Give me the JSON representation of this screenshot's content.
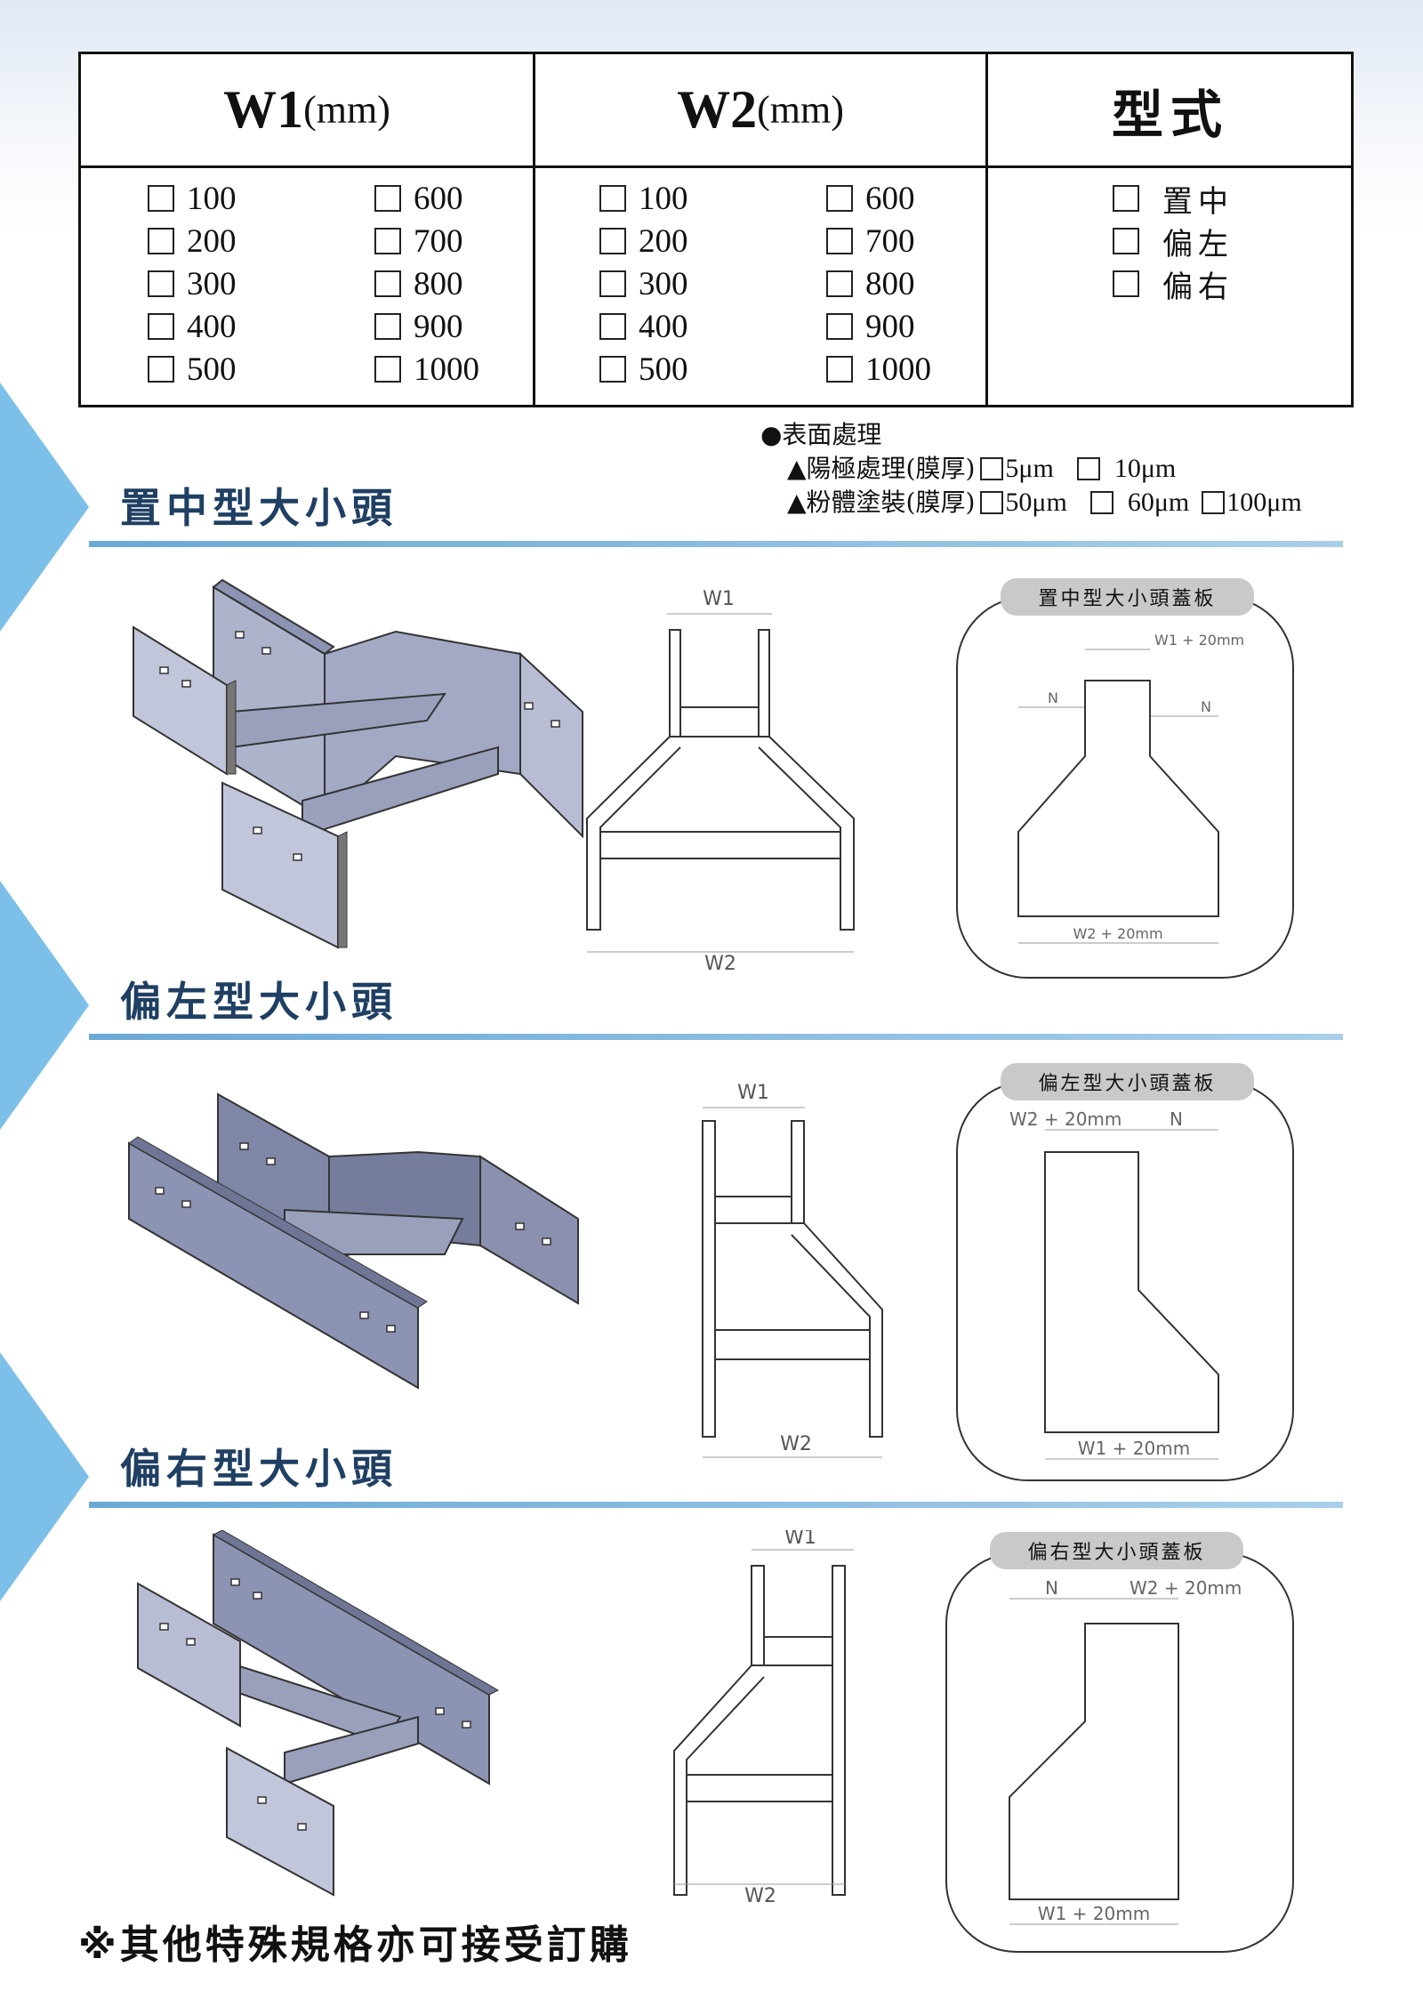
{
  "table": {
    "w1_header_bold": "W1",
    "w1_header_unit": "(mm)",
    "w2_header_bold": "W2",
    "w2_header_unit": "(mm)",
    "type_header": "型式",
    "w1_options": [
      "100",
      "600",
      "200",
      "700",
      "300",
      "800",
      "400",
      "900",
      "500",
      "1000"
    ],
    "w2_options": [
      "100",
      "600",
      "200",
      "700",
      "300",
      "800",
      "400",
      "900",
      "500",
      "1000"
    ],
    "type_options": [
      "置中",
      "偏左",
      "偏右"
    ]
  },
  "surface": {
    "title": "●表面處理",
    "anodize_label": "▲陽極處理(膜厚)",
    "anodize_values": [
      "5μm",
      "10μm"
    ],
    "powder_label": "▲粉體塗裝(膜厚)",
    "powder_values": [
      "50μm",
      "60μm",
      "100μm"
    ]
  },
  "sections": [
    {
      "title": "置中型大小頭",
      "plate_title": "置中型大小頭蓋板",
      "dim_w1": "W1",
      "dim_w2": "W2",
      "plate_top": "W1 + 20mm",
      "plate_n": "N",
      "plate_bottom": "W2 + 20mm"
    },
    {
      "title": "偏左型大小頭",
      "plate_title": "偏左型大小頭蓋板",
      "dim_w1": "W1",
      "dim_w2": "W2",
      "plate_top": "W2 + 20mm",
      "plate_n": "N",
      "plate_bottom": "W1 + 20mm"
    },
    {
      "title": "偏右型大小頭",
      "plate_title": "偏右型大小頭蓋板",
      "dim_w1": "W1",
      "dim_w2": "W2",
      "plate_top": "W2 + 20mm",
      "plate_n": "N",
      "plate_bottom": "W1 + 20mm"
    }
  ],
  "footer_note": "※其他特殊規格亦可接受訂購",
  "colors": {
    "accent": "#7cc0ea",
    "title": "#1f3f63",
    "metal": "#8d93b3"
  }
}
